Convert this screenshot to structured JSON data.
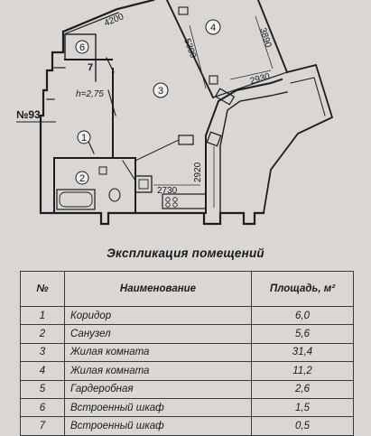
{
  "plan": {
    "apartment_label": "№93",
    "ceiling_height": "h=2,75",
    "dimensions": {
      "d4200": "4200",
      "d5300": "5300",
      "d3890": "3890",
      "d2930": "2930",
      "d2920": "2920",
      "d2730": "2730"
    },
    "room_numbers": [
      "1",
      "2",
      "3",
      "4",
      "6",
      "7"
    ]
  },
  "explication": {
    "title": "Экспликация помещений",
    "headers": {
      "num": "№",
      "name": "Наименование",
      "area": "Площадь, м²"
    },
    "rows": [
      {
        "num": "1",
        "name": "Коридор",
        "area": "6,0"
      },
      {
        "num": "2",
        "name": "Санузел",
        "area": "5,6"
      },
      {
        "num": "3",
        "name": "Жилая комната",
        "area": "31,4"
      },
      {
        "num": "4",
        "name": "Жилая комната",
        "area": "11,2"
      },
      {
        "num": "5",
        "name": "Гардеробная",
        "area": "2,6"
      },
      {
        "num": "6",
        "name": "Встроенный шкаф",
        "area": "1,5"
      },
      {
        "num": "7",
        "name": "Встроенный шкаф",
        "area": "0,5"
      }
    ]
  }
}
